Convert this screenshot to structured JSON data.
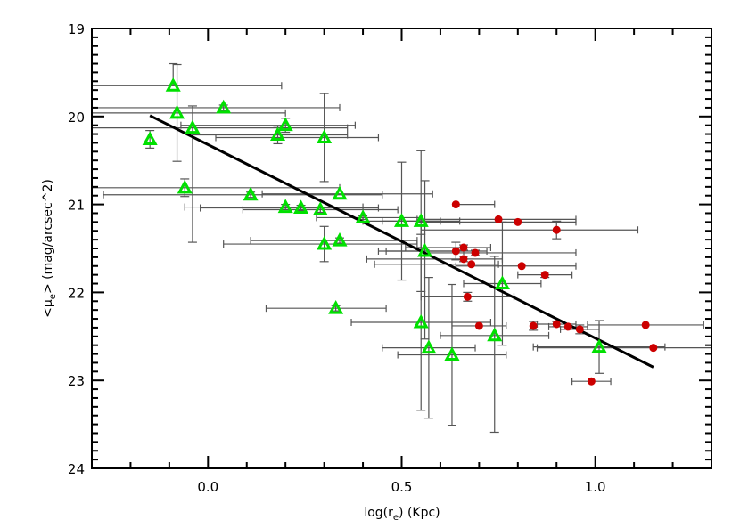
{
  "chart_data": {
    "type": "scatter",
    "title": "",
    "xlabel": "log(r_e) (Kpc)",
    "xlabel_parts": {
      "pre": "log(r",
      "sub": "e",
      "post": ") (Kpc)"
    },
    "ylabel": "<mu_e> (mag/arcsec^2)",
    "ylabel_parts": {
      "pre": "<μ",
      "sub": "e",
      "post": "> (mag/arcsec^2)"
    },
    "xlim": [
      -0.3,
      1.3
    ],
    "ylim": [
      24,
      19
    ],
    "y_inverted": true,
    "grid": false,
    "legend": null,
    "x_ticks": [
      {
        "value": 0.0,
        "label": "0.0"
      },
      {
        "value": 0.5,
        "label": "0.5"
      },
      {
        "value": 1.0,
        "label": "1.0"
      }
    ],
    "y_ticks": [
      {
        "value": 19,
        "label": "19"
      },
      {
        "value": 20,
        "label": "20"
      },
      {
        "value": 21,
        "label": "21"
      },
      {
        "value": 22,
        "label": "22"
      },
      {
        "value": 23,
        "label": "23"
      },
      {
        "value": 24,
        "label": "24"
      }
    ],
    "series": [
      {
        "name": "green-triangles",
        "marker": "triangle-open",
        "color": "#00e000",
        "points": [
          {
            "x": -0.09,
            "y": 19.65,
            "xerr": [
              0.21,
              0.28
            ],
            "yerr": [
              0.25,
              0.0
            ]
          },
          {
            "x": -0.08,
            "y": 19.96,
            "xerr": [
              0.22,
              0.28
            ],
            "yerr": [
              0.55,
              0.55
            ]
          },
          {
            "x": -0.04,
            "y": 20.13,
            "xerr": [
              0.26,
              0.4
            ],
            "yerr": [
              0.25,
              1.3
            ]
          },
          {
            "x": 0.04,
            "y": 19.9,
            "xerr": [
              0.34,
              0.3
            ],
            "yerr": [
              0.03,
              0.03
            ]
          },
          {
            "x": -0.15,
            "y": 20.26,
            "xerr": [
              0.0,
              0.0
            ],
            "yerr": [
              0.1,
              0.1
            ]
          },
          {
            "x": -0.06,
            "y": 20.81,
            "xerr": [
              0.24,
              0.4
            ],
            "yerr": [
              0.1,
              0.1
            ]
          },
          {
            "x": 0.11,
            "y": 20.89,
            "xerr": [
              0.38,
              0.34
            ],
            "yerr": [
              0.03,
              0.03
            ]
          },
          {
            "x": 0.18,
            "y": 20.21,
            "xerr": [
              0.22,
              0.18
            ],
            "yerr": [
              0.1,
              0.1
            ]
          },
          {
            "x": 0.2,
            "y": 20.1,
            "xerr": [
              0.27,
              0.18
            ],
            "yerr": [
              0.08,
              0.08
            ]
          },
          {
            "x": 0.2,
            "y": 21.03,
            "xerr": [
              0.26,
              0.2
            ],
            "yerr": [
              0.03,
              0.03
            ]
          },
          {
            "x": 0.24,
            "y": 21.04,
            "xerr": [
              0.26,
              0.2
            ],
            "yerr": [
              0.03,
              0.03
            ]
          },
          {
            "x": 0.29,
            "y": 21.06,
            "xerr": [
              0.2,
              0.2
            ],
            "yerr": [
              0.03,
              0.03
            ]
          },
          {
            "x": 0.3,
            "y": 20.24,
            "xerr": [
              0.28,
              0.14
            ],
            "yerr": [
              0.5,
              0.5
            ]
          },
          {
            "x": 0.34,
            "y": 20.88,
            "xerr": [
              0.2,
              0.24
            ],
            "yerr": [
              0.0,
              0.0
            ]
          },
          {
            "x": 0.3,
            "y": 21.45,
            "xerr": [
              0.26,
              0.24
            ],
            "yerr": [
              0.2,
              0.2
            ]
          },
          {
            "x": 0.34,
            "y": 21.41,
            "xerr": [
              0.23,
              0.2
            ],
            "yerr": [
              0.03,
              0.03
            ]
          },
          {
            "x": 0.33,
            "y": 22.18,
            "xerr": [
              0.18,
              0.13
            ],
            "yerr": [
              0.03,
              0.03
            ]
          },
          {
            "x": 0.4,
            "y": 21.15,
            "xerr": [
              0.12,
              0.15
            ],
            "yerr": [
              0.02,
              0.02
            ]
          },
          {
            "x": 0.5,
            "y": 21.19,
            "xerr": [
              0.1,
              0.1
            ],
            "yerr": [
              0.67,
              0.67
            ]
          },
          {
            "x": 0.55,
            "y": 21.19,
            "xerr": [
              0.1,
              0.1
            ],
            "yerr": [
              0.8,
              0.8
            ]
          },
          {
            "x": 0.56,
            "y": 21.53,
            "xerr": [
              0.1,
              0.1
            ],
            "yerr": [
              0.8,
              1.0
            ]
          },
          {
            "x": 0.76,
            "y": 21.9,
            "xerr": [
              0.1,
              0.1
            ],
            "yerr": [
              0.7,
              0.7
            ]
          },
          {
            "x": 0.55,
            "y": 22.34,
            "xerr": [
              0.18,
              0.18
            ],
            "yerr": [
              1.0,
              1.0
            ]
          },
          {
            "x": 0.57,
            "y": 22.63,
            "xerr": [
              0.12,
              0.12
            ],
            "yerr": [
              0.8,
              0.8
            ]
          },
          {
            "x": 0.63,
            "y": 22.71,
            "xerr": [
              0.14,
              0.14
            ],
            "yerr": [
              0.8,
              0.8
            ]
          },
          {
            "x": 0.74,
            "y": 22.49,
            "xerr": [
              0.14,
              0.14
            ],
            "yerr": [
              0.9,
              1.1
            ]
          },
          {
            "x": 1.01,
            "y": 22.62,
            "xerr": [
              0.17,
              0.17
            ],
            "yerr": [
              0.3,
              0.3
            ]
          }
        ]
      },
      {
        "name": "red-circles",
        "marker": "circle-filled",
        "color": "#cc0000",
        "points": [
          {
            "x": 0.64,
            "y": 21.0,
            "xerr": [
              0.0,
              0.1
            ],
            "yerr": [
              0.0,
              0.0
            ]
          },
          {
            "x": 0.75,
            "y": 21.17,
            "xerr": [
              0.21,
              0.2
            ],
            "yerr": [
              0.0,
              0.0
            ]
          },
          {
            "x": 0.8,
            "y": 21.2,
            "xerr": [
              0.26,
              0.15
            ],
            "yerr": [
              0.0,
              0.0
            ]
          },
          {
            "x": 0.9,
            "y": 21.29,
            "xerr": [
              0.35,
              0.21
            ],
            "yerr": [
              0.1,
              0.1
            ]
          },
          {
            "x": 0.66,
            "y": 21.49,
            "xerr": [
              0.15,
              0.07
            ],
            "yerr": [
              0.03,
              0.03
            ]
          },
          {
            "x": 0.64,
            "y": 21.53,
            "xerr": [
              0.2,
              0.08
            ],
            "yerr": [
              0.1,
              0.1
            ]
          },
          {
            "x": 0.69,
            "y": 21.55,
            "xerr": [
              0.12,
              0.26
            ],
            "yerr": [
              0.03,
              0.03
            ]
          },
          {
            "x": 0.66,
            "y": 21.62,
            "xerr": [
              0.25,
              0.1
            ],
            "yerr": [
              0.03,
              0.03
            ]
          },
          {
            "x": 0.68,
            "y": 21.68,
            "xerr": [
              0.25,
              0.07
            ],
            "yerr": [
              0.0,
              0.0
            ]
          },
          {
            "x": 0.81,
            "y": 21.7,
            "xerr": [
              0.17,
              0.14
            ],
            "yerr": [
              0.0,
              0.0
            ]
          },
          {
            "x": 0.87,
            "y": 21.8,
            "xerr": [
              0.07,
              0.07
            ],
            "yerr": [
              0.03,
              0.03
            ]
          },
          {
            "x": 0.67,
            "y": 22.05,
            "xerr": [
              0.12,
              0.12
            ],
            "yerr": [
              0.05,
              0.05
            ]
          },
          {
            "x": 0.7,
            "y": 22.38,
            "xerr": [
              0.07,
              0.07
            ],
            "yerr": [
              0.0,
              0.0
            ]
          },
          {
            "x": 0.84,
            "y": 22.38,
            "xerr": [
              0.0,
              0.0
            ],
            "yerr": [
              0.05,
              0.05
            ]
          },
          {
            "x": 0.9,
            "y": 22.36,
            "xerr": [
              0.05,
              0.05
            ],
            "yerr": [
              0.03,
              0.03
            ]
          },
          {
            "x": 0.93,
            "y": 22.39,
            "xerr": [
              0.05,
              0.05
            ],
            "yerr": [
              0.0,
              0.0
            ]
          },
          {
            "x": 0.96,
            "y": 22.42,
            "xerr": [
              0.05,
              0.05
            ],
            "yerr": [
              0.05,
              0.05
            ]
          },
          {
            "x": 1.13,
            "y": 22.37,
            "xerr": [
              0.15,
              0.15
            ],
            "yerr": [
              0.0,
              0.0
            ]
          },
          {
            "x": 1.15,
            "y": 22.63,
            "xerr": [
              0.3,
              0.2
            ],
            "yerr": [
              0.0,
              0.0
            ]
          },
          {
            "x": 0.99,
            "y": 23.01,
            "xerr": [
              0.05,
              0.05
            ],
            "yerr": [
              0.0,
              0.0
            ]
          }
        ]
      }
    ],
    "fit_line": {
      "x": [
        -0.15,
        1.15
      ],
      "y": [
        19.99,
        22.85
      ],
      "color": "#000000"
    }
  }
}
